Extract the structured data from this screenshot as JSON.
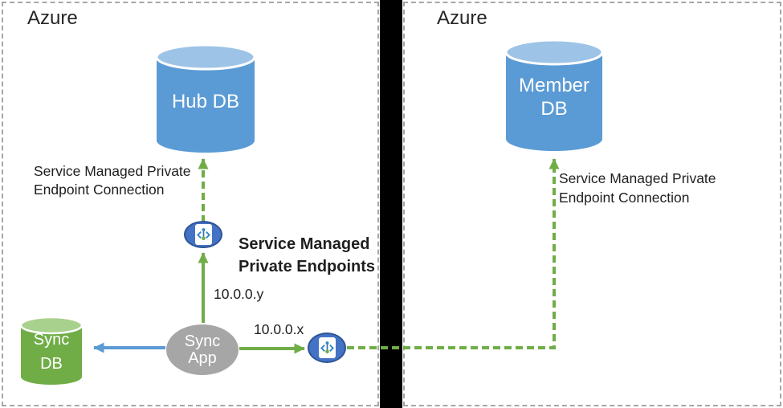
{
  "left_region": {
    "title": "Azure",
    "hub_db_label": "Hub DB",
    "sync_db_line1": "Sync",
    "sync_db_line2": "DB",
    "sync_app_line1": "Sync",
    "sync_app_line2": "App",
    "connection_label_line1": "Service Managed Private",
    "connection_label_line2": "Endpoint Connection",
    "endpoints_title_line1": "Service Managed",
    "endpoints_title_line2": "Private Endpoints",
    "ip_to_hub": "10.0.0.y",
    "ip_to_member": "10.0.0.x"
  },
  "right_region": {
    "title": "Azure",
    "member_db_line1": "Member",
    "member_db_line2": "DB",
    "connection_label_line1": "Service Managed Private",
    "connection_label_line2": "Endpoint Connection"
  },
  "icons": {
    "private_endpoint": "private-endpoint-icon"
  },
  "colors": {
    "db_blue": "#5b9bd5",
    "db_blue_top": "#9dc3e6",
    "db_green": "#70ad47",
    "db_green_top": "#a9d18e",
    "app_gray": "#a6a6a6",
    "endpoint_fill": "#4472c4",
    "endpoint_border": "#2f5597",
    "arrow_green": "#70ad47",
    "arrow_blue": "#5b9bd5",
    "divider": "#000000",
    "box_border": "#a6a6a6"
  }
}
